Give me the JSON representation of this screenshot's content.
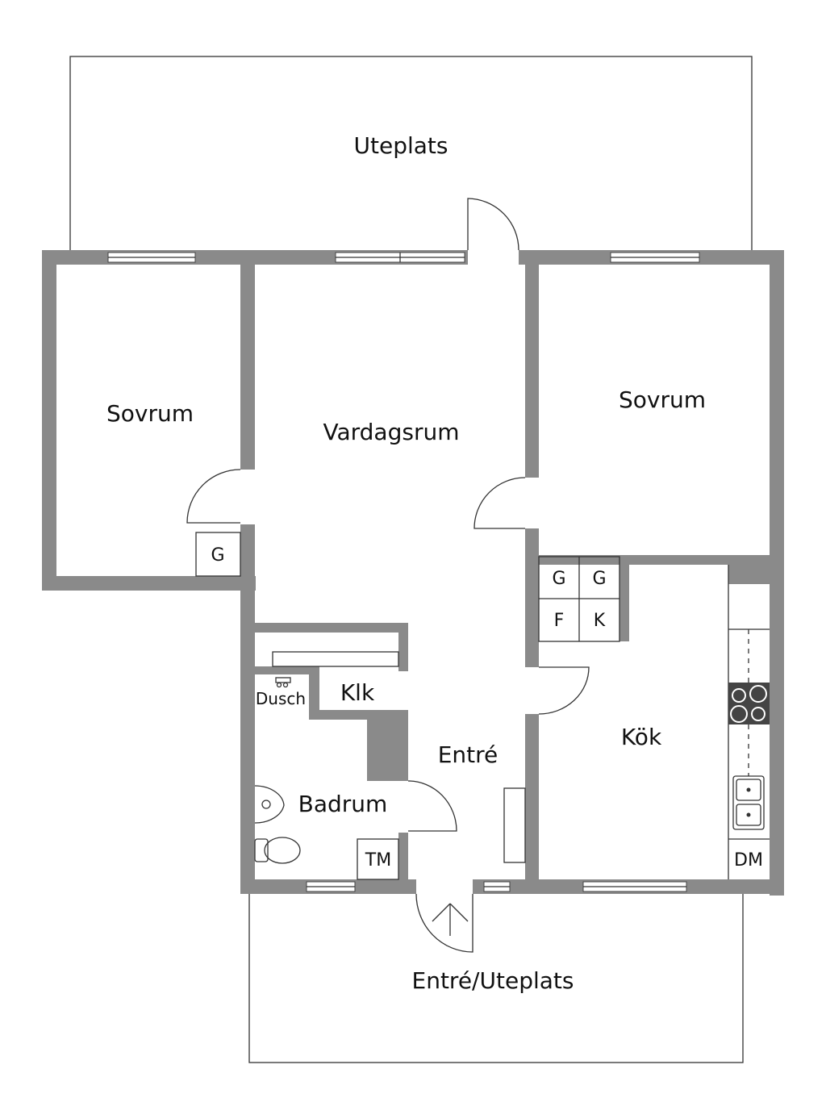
{
  "rooms": {
    "uteplats_top": "Uteplats",
    "sovrum_left": "Sovrum",
    "vardagsrum": "Vardagsrum",
    "sovrum_right": "Sovrum",
    "klk": "Klk",
    "dusch": "Dusch",
    "entre": "Entré",
    "badrum": "Badrum",
    "kok": "Kök",
    "entre_uteplats": "Entré/Uteplats"
  },
  "fixtures": {
    "g_left": "G",
    "g1": "G",
    "g2": "G",
    "f": "F",
    "k": "K",
    "tm": "TM",
    "dm": "DM"
  },
  "colors": {
    "wall": "#8a8a8a",
    "line": "#333333",
    "stove": "#444444"
  }
}
